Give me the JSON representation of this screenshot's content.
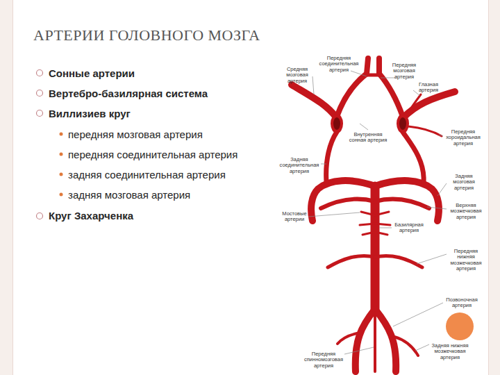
{
  "diagram": {
    "title": "АРТЕРИИ ГОЛОВНОГО МОЗГА",
    "labels": [
      "Сонные артерии",
      "Вертебро-базилярная система",
      "Виллизиев круг",
      "передняя мозговая артерия",
      "передняя соединительная артерия",
      "задняя соединительная артерия",
      "задняя мозговая артерия",
      "Круг Захарченка",
      "Передняя соединительная артерия",
      "Средняя мозговая артерия",
      "Передняя мозговая артерия",
      "Глазная артерия",
      "Внутренняя сонная артерия",
      "Передняя хороидальная артерия",
      "Задняя соединительная артерия",
      "Задняя мозговая артерия",
      "Верхняя мозжечковая артерия",
      "Мостовые артерии",
      "Базилярная артерия",
      "Передняя нижняя мозжечковая артерия",
      "Позвоночная артерия",
      "Передняя спинномозговая артерия",
      "Задняя нижняя мозжечковая артерия"
    ]
  }
}
